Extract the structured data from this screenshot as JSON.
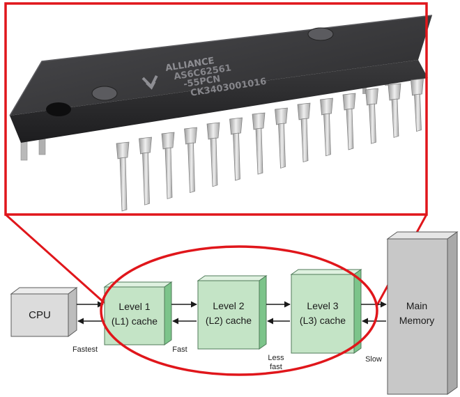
{
  "chip": {
    "marking_lines": [
      "ALLIANCE",
      "AS6C62561",
      "-55PCN",
      "CK3403001016"
    ]
  },
  "diagram": {
    "cpu_label": "CPU",
    "caches": [
      {
        "line1": "Level 1",
        "line2": "(L1) cache"
      },
      {
        "line1": "Level 2",
        "line2": "(L2) cache"
      },
      {
        "line1": "Level 3",
        "line2": "(L3) cache"
      }
    ],
    "memory_line1": "Main",
    "memory_line2": "Memory",
    "speeds": {
      "fastest": "Fastest",
      "fast": "Fast",
      "less_line1": "Less",
      "less_line2": "fast",
      "slow": "Slow"
    }
  },
  "colors": {
    "highlight_red": "#e0161b",
    "cache_green": "#c4e4c6",
    "cache_green_side": "#7cc48a",
    "cpu_gray": "#dcdcdc",
    "memory_gray": "#c8c8c8"
  }
}
